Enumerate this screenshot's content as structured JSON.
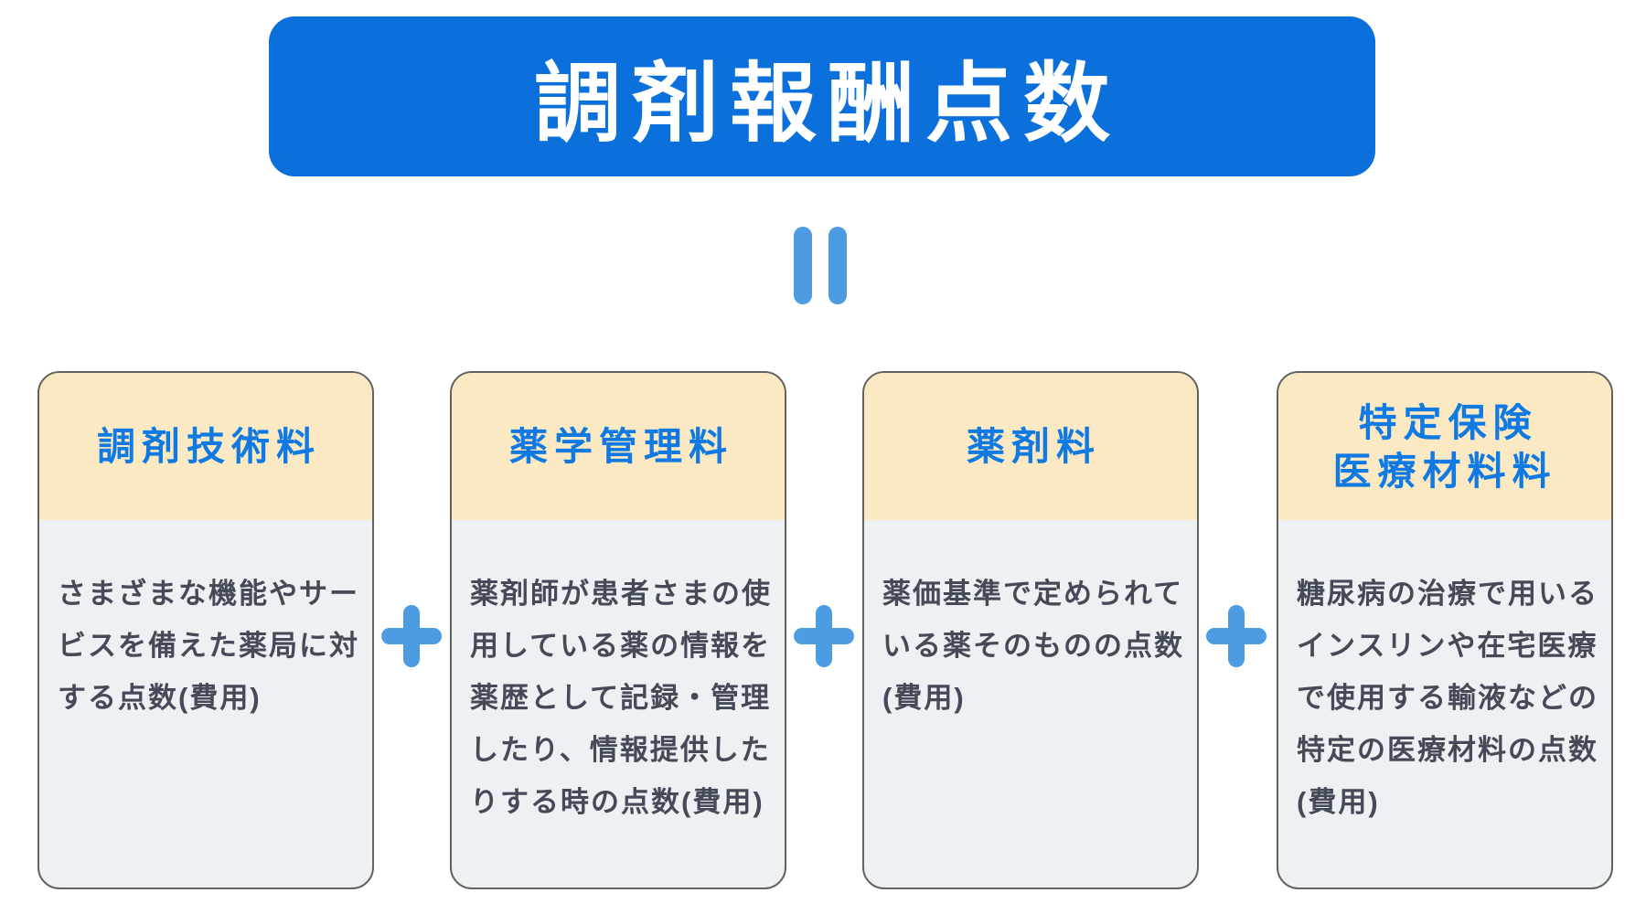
{
  "page": {
    "title": "調剤報酬点数",
    "background": "#ffffff"
  },
  "formula": {
    "equals_icon": "=",
    "plus_icon": "+"
  },
  "colors": {
    "banner_bg": "#0b70dc",
    "banner_text": "#ffffff",
    "operator_blue": "#4d9be0",
    "card_header_bg": "#fae9c2",
    "card_header_text": "#107ae2",
    "card_body_bg": "#edf1f4",
    "card_body_text": "#454a58",
    "card_border": "#63635e"
  },
  "cards": [
    {
      "title": "調剤技術料",
      "title_lines": [
        "調剤技術料"
      ],
      "body_lines": [
        "さまざまな機能やサー",
        "ビスを備えた薬局に対",
        "する点数(費用)"
      ]
    },
    {
      "title": "薬学管理料",
      "title_lines": [
        "薬学管理料"
      ],
      "body_lines": [
        "薬剤師が患者さまの使",
        "用している薬の情報を",
        "薬歴として記録・管理",
        "したり、情報提供した",
        "りする時の点数(費用)"
      ]
    },
    {
      "title": "薬剤料",
      "title_lines": [
        "薬剤料"
      ],
      "body_lines": [
        "薬価基準で定められて",
        "いる薬そのものの点数",
        "(費用)"
      ]
    },
    {
      "title": "特定保険医療材料料",
      "title_lines": [
        "特定保険",
        "医療材料料"
      ],
      "body_lines": [
        "糖尿病の治療で用いる",
        "インスリンや在宅医療",
        "で使用する輸液などの",
        "特定の医療材料の点数",
        "(費用)"
      ]
    }
  ]
}
